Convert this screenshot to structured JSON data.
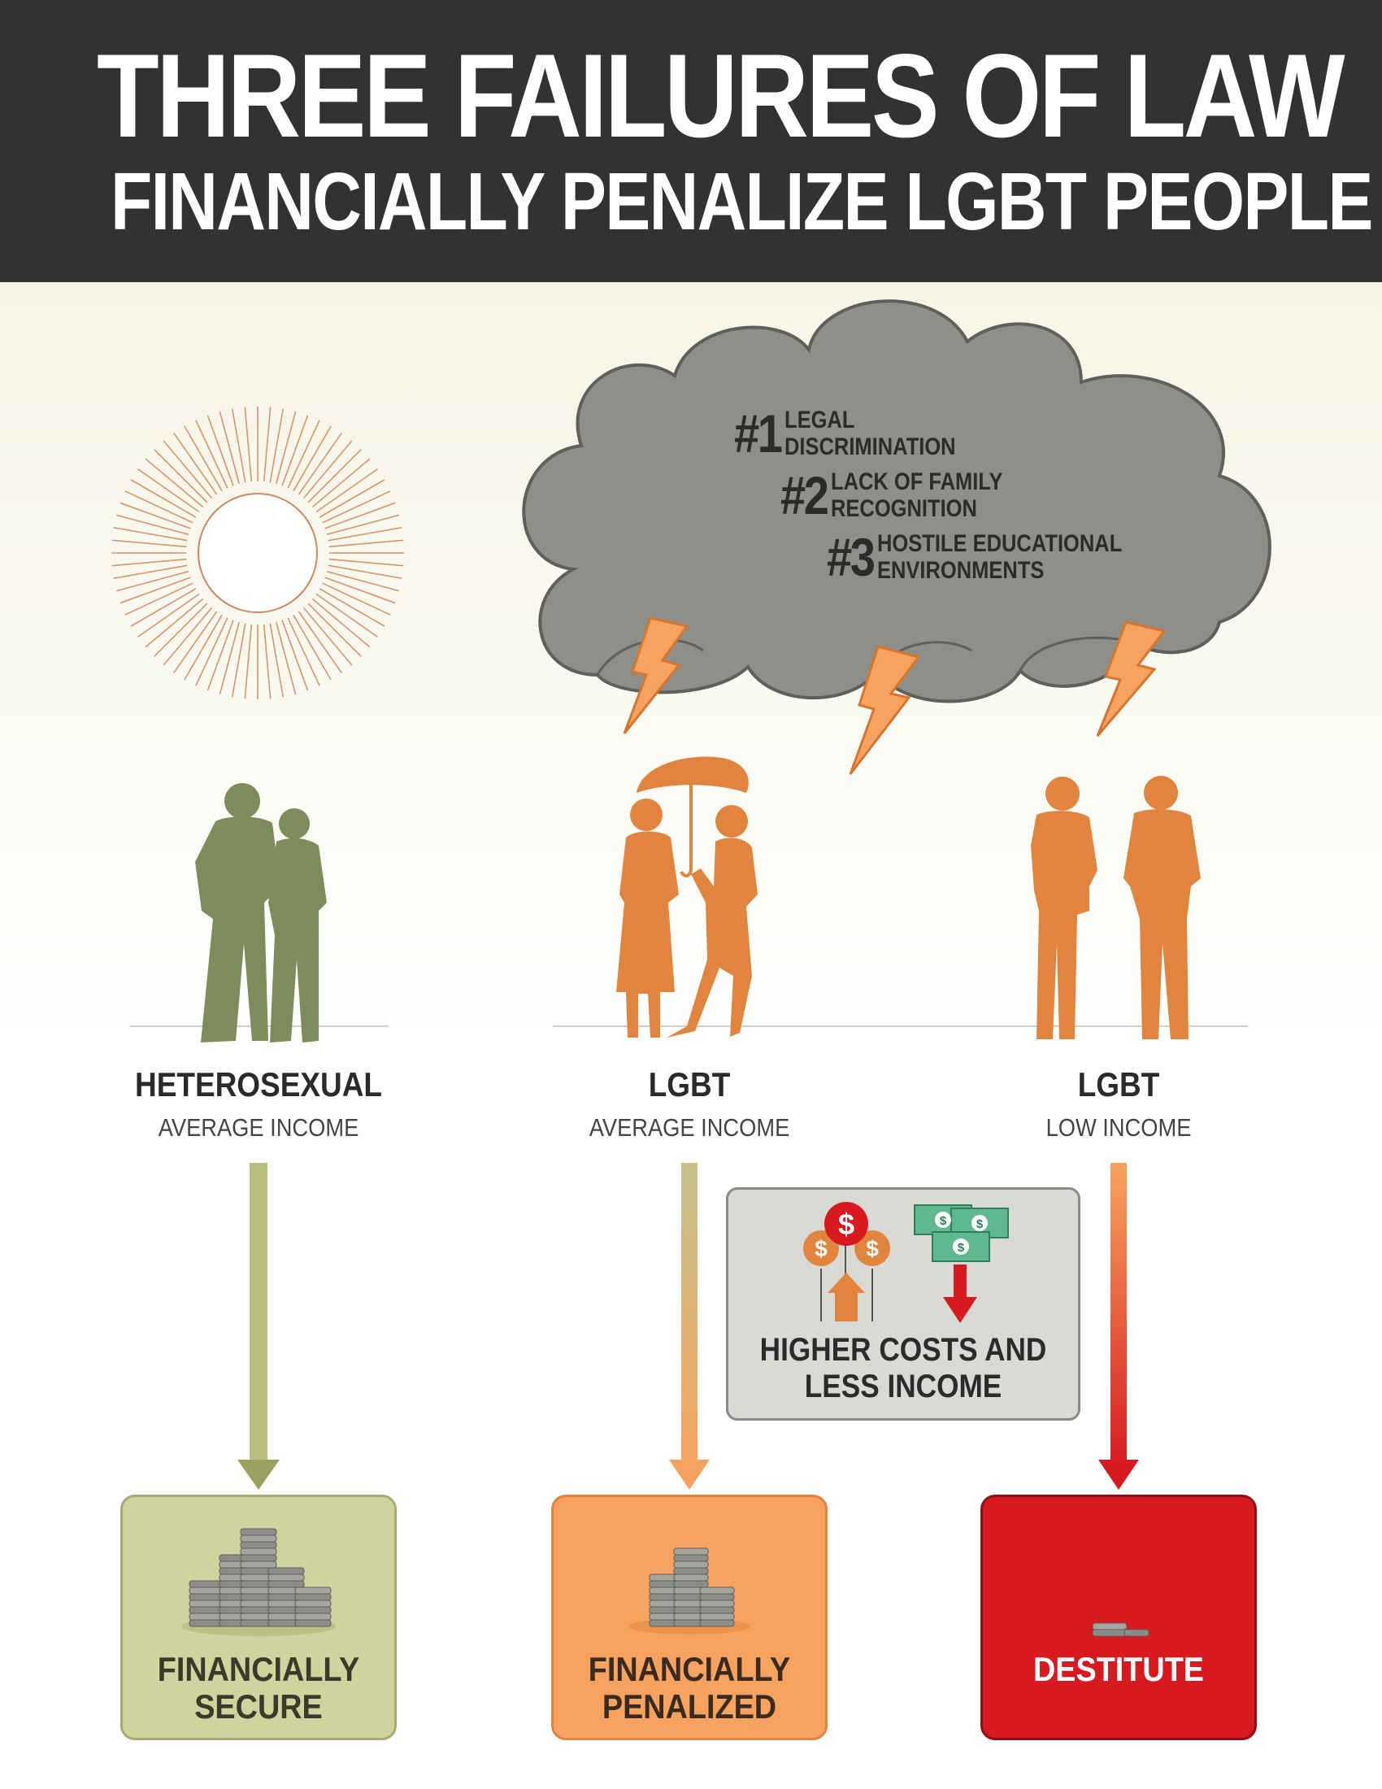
{
  "title": {
    "line1": "THREE FAILURES OF LAW",
    "line2": "FINANCIALLY PENALIZE LGBT PEOPLE"
  },
  "failures": [
    {
      "number": "#1",
      "line1": "LEGAL",
      "line2": "DISCRIMINATION"
    },
    {
      "number": "#2",
      "line1": "LACK OF FAMILY",
      "line2": "RECOGNITION"
    },
    {
      "number": "#3",
      "line1": "HOSTILE EDUCATIONAL",
      "line2": "ENVIRONMENTS"
    }
  ],
  "groups": [
    {
      "name": "HETEROSEXUAL",
      "income": "AVERAGE INCOME"
    },
    {
      "name": "LGBT",
      "income": "AVERAGE INCOME"
    },
    {
      "name": "LGBT",
      "income": "LOW INCOME"
    }
  ],
  "effect": {
    "line1": "HIGHER COSTS AND",
    "line2": "LESS INCOME",
    "currency_symbol": "$"
  },
  "outcomes": [
    {
      "line1": "FINANCIALLY",
      "line2": "SECURE"
    },
    {
      "line1": "FINANCIALLY",
      "line2": "PENALIZED"
    },
    {
      "line1": "DESTITUTE",
      "line2": ""
    }
  ],
  "colors": {
    "header_bg": "#333232",
    "heterosexual_green": "#7f8b5a",
    "secure_box": "#cfd39e",
    "lgbt_orange": "#e0843e",
    "penalized_box": "#f7a25e",
    "destitute_red": "#d71920",
    "cloud_gray": "#8f8f8a"
  }
}
